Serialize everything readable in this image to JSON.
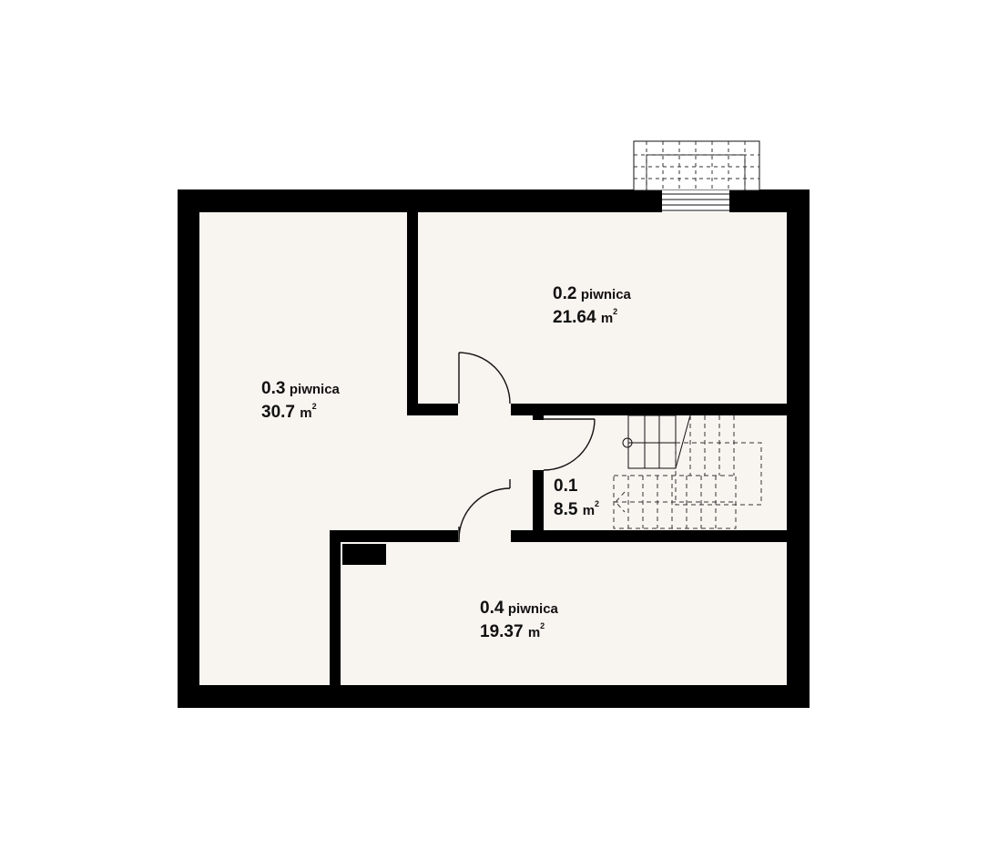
{
  "rooms": [
    {
      "id": "0.2",
      "number": "0.2",
      "name": "piwnica",
      "area": "21.64",
      "unit": "m",
      "unit_sup": "2"
    },
    {
      "id": "0.3",
      "number": "0.3",
      "name": "piwnica",
      "area": "30.7",
      "unit": "m",
      "unit_sup": "2"
    },
    {
      "id": "0.1",
      "number": "0.1",
      "name": "",
      "area": "8.5",
      "unit": "m",
      "unit_sup": "2"
    },
    {
      "id": "0.4",
      "number": "0.4",
      "name": "piwnica",
      "area": "19.37",
      "unit": "m",
      "unit_sup": "2"
    }
  ],
  "colors": {
    "wall": "#000000",
    "floor": "#f8f4f0",
    "line": "#111111",
    "dashed": "#333333"
  }
}
